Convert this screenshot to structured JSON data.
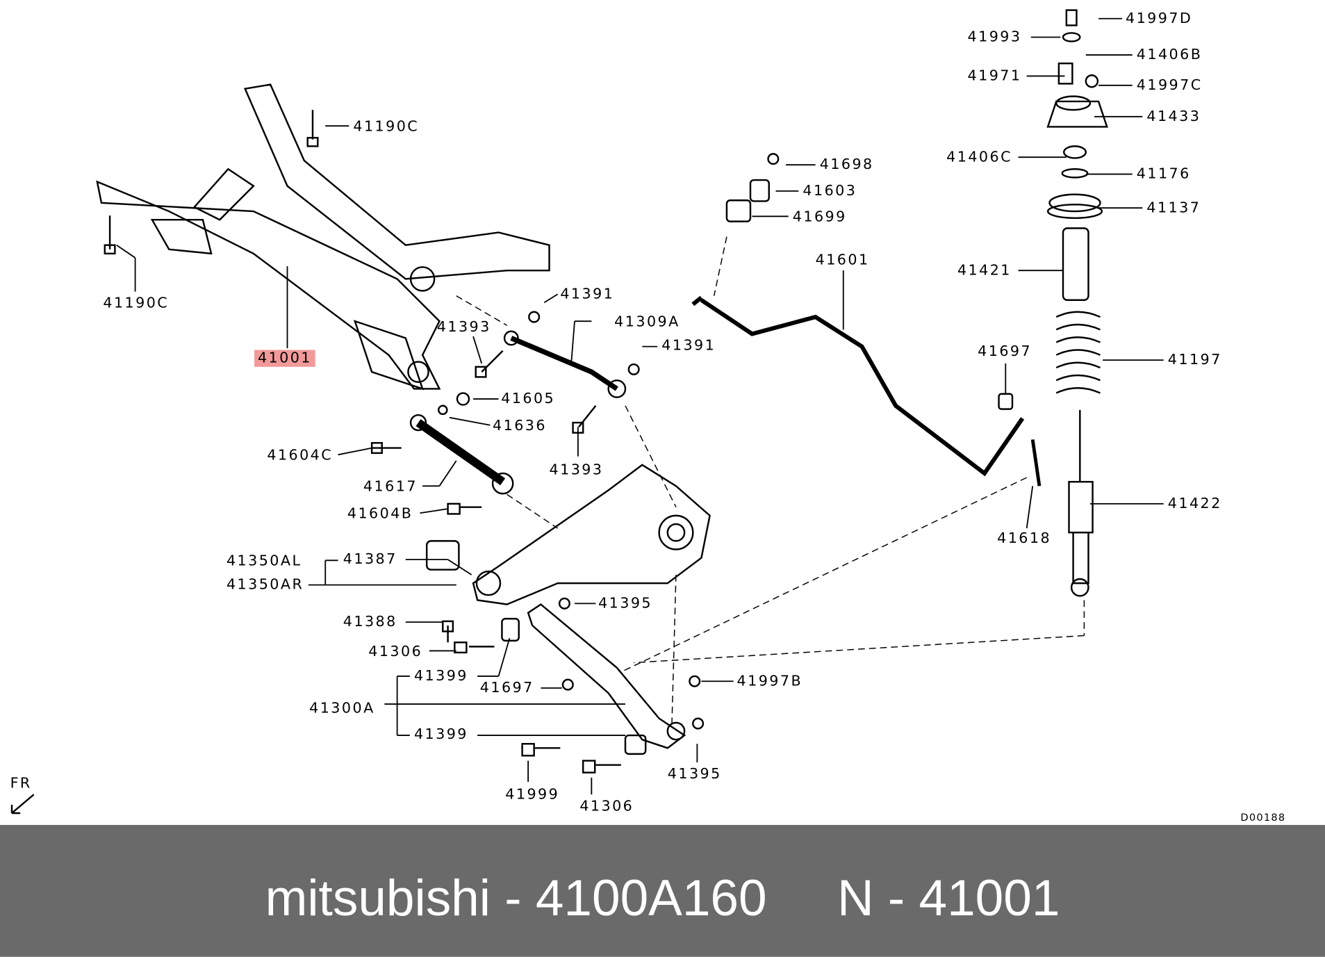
{
  "labels": [
    "41997D",
    "41993",
    "41406B",
    "41971",
    "41997C",
    "41433",
    "41406C",
    "41176",
    "41137",
    "41698",
    "41603",
    "41699",
    "41601",
    "41421",
    "41197",
    "41697",
    "41422",
    "41618",
    "41190C",
    "41190C",
    "41001",
    "41391",
    "41393",
    "41309A",
    "41391",
    "41605",
    "41636",
    "41393",
    "41604C",
    "41617",
    "41604B",
    "41350AL",
    "41387",
    "41350AR",
    "41395",
    "41388",
    "41306",
    "41399",
    "41697",
    "41997B",
    "41300A",
    "41399",
    "41395",
    "41999",
    "41306"
  ],
  "direction_marker": "FR",
  "diagram_code": "D00188",
  "footer": {
    "text": "mitsubishi - 4100A160     N - 41001"
  },
  "colors": {
    "highlight": "#f29a9a",
    "footer_bg": "#6a6a6a"
  }
}
